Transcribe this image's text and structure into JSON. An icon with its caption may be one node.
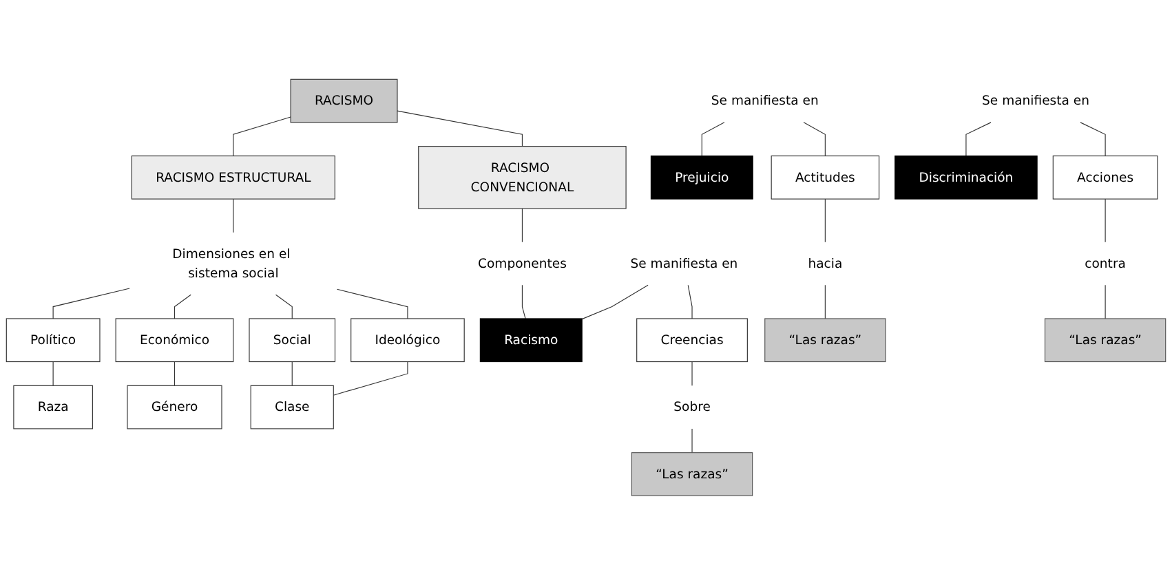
{
  "diagram": {
    "nodes": [
      {
        "text": [
          "RACISMO"
        ]
      },
      {
        "text": [
          "RACISMO ESTRUCTURAL"
        ]
      },
      {
        "text": [
          "RACISMO CONVENCIONAL"
        ]
      },
      {
        "text": [
          "Dimensiones en el sistema social"
        ]
      },
      {
        "text": [
          "Político"
        ]
      },
      {
        "text": [
          "Económico"
        ]
      },
      {
        "text": [
          "Social"
        ]
      },
      {
        "text": [
          "Ideológico"
        ]
      },
      {
        "text": [
          "Raza"
        ]
      },
      {
        "text": [
          "Género"
        ]
      },
      {
        "text": [
          "Clase"
        ]
      },
      {
        "text": [
          "Componentes"
        ]
      },
      {
        "text": [
          "Racismo"
        ]
      },
      {
        "text": [
          "Se manifiesta en"
        ]
      },
      {
        "text": [
          "Creencias"
        ]
      },
      {
        "text": [
          "Sobre"
        ]
      },
      {
        "text": [
          "“Las razas”"
        ]
      },
      {
        "text": [
          "Prejuicio"
        ]
      },
      {
        "text": [
          "Se manifiesta en"
        ]
      },
      {
        "text": [
          "Actitudes"
        ]
      },
      {
        "text": [
          "hacia"
        ]
      },
      {
        "text": [
          "“Las razas”"
        ]
      },
      {
        "text": [
          "Discriminación"
        ]
      },
      {
        "text": [
          "Se manifiesta en"
        ]
      },
      {
        "text": [
          "Acciones"
        ]
      },
      {
        "text": [
          "contra"
        ]
      },
      {
        "text": [
          "“Las razas”"
        ]
      }
    ],
    "edges": [
      {
        "from": 0,
        "to": 1,
        "arrow": "none"
      },
      {
        "from": 0,
        "to": 2,
        "arrow": "none"
      },
      {
        "from": 1,
        "to": 3,
        "arrow": "none"
      },
      {
        "from": 3,
        "to": 4,
        "arrow": "none"
      },
      {
        "from": 3,
        "to": 5,
        "arrow": "none"
      },
      {
        "from": 3,
        "to": 6,
        "arrow": "none"
      },
      {
        "from": 3,
        "to": 7,
        "arrow": "none"
      },
      {
        "from": 4,
        "to": 8,
        "arrow": "none"
      },
      {
        "from": 5,
        "to": 9,
        "arrow": "none"
      },
      {
        "from": 6,
        "to": 10,
        "arrow": "none"
      },
      {
        "from": 7,
        "to": 10,
        "arrow": "none"
      },
      {
        "from": 2,
        "to": 11,
        "arrow": "none"
      },
      {
        "from": 11,
        "to": 12,
        "arrow": "none"
      },
      {
        "from": 13,
        "to": 12,
        "arrow": "none"
      },
      {
        "from": 13,
        "to": 14,
        "arrow": "none"
      },
      {
        "from": 14,
        "to": 15,
        "arrow": "none"
      },
      {
        "from": 15,
        "to": 16,
        "arrow": "none"
      },
      {
        "from": 18,
        "to": 17,
        "arrow": "none"
      },
      {
        "from": 18,
        "to": 19,
        "arrow": "none"
      },
      {
        "from": 19,
        "to": 20,
        "arrow": "none"
      },
      {
        "from": 20,
        "to": 21,
        "arrow": "none"
      },
      {
        "from": 23,
        "to": 22,
        "arrow": "none"
      },
      {
        "from": 23,
        "to": 24,
        "arrow": "none"
      },
      {
        "from": 24,
        "to": 25,
        "arrow": "none"
      },
      {
        "from": 25,
        "to": 26,
        "arrow": "none"
      }
    ]
  }
}
